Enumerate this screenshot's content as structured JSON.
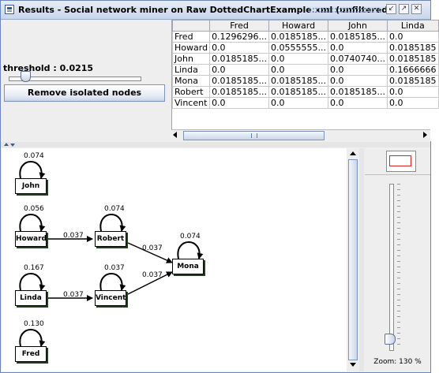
{
  "window": {
    "title": "Results - Social network miner on Raw DottedChartExample.xml (unfiltered)"
  },
  "controls": {
    "threshold_label": "threshold : 0.0215",
    "threshold_value": 0.0215,
    "remove_button": "Remove isolated nodes"
  },
  "matrix": {
    "columns": [
      "",
      "Fred",
      "Howard",
      "John",
      "Linda"
    ],
    "rows": [
      [
        "Fred",
        "0.1296296...",
        "0.0185185...",
        "0.0185185...",
        "0.0"
      ],
      [
        "Howard",
        "0.0",
        "0.0555555...",
        "0.0",
        "0.0185185"
      ],
      [
        "John",
        "0.0185185...",
        "0.0",
        "0.0740740...",
        "0.0185185"
      ],
      [
        "Linda",
        "0.0",
        "0.0",
        "0.0",
        "0.1666666"
      ],
      [
        "Mona",
        "0.0185185...",
        "0.0185185...",
        "0.0",
        "0.0185185"
      ],
      [
        "Robert",
        "0.0185185...",
        "0.0185185...",
        "0.0185185...",
        "0.0"
      ],
      [
        "Vincent",
        "0.0",
        "0.0",
        "0.0",
        "0.0"
      ]
    ]
  },
  "graph": {
    "nodes": [
      {
        "id": "john",
        "label": "John",
        "self": "0.074"
      },
      {
        "id": "howard",
        "label": "Howard",
        "self": "0.056"
      },
      {
        "id": "robert",
        "label": "Robert",
        "self": "0.074"
      },
      {
        "id": "mona",
        "label": "Mona",
        "self": "0.074"
      },
      {
        "id": "linda",
        "label": "Linda",
        "self": "0.167"
      },
      {
        "id": "vincent",
        "label": "Vincent",
        "self": "0.037"
      },
      {
        "id": "fred",
        "label": "Fred",
        "self": "0.130"
      }
    ],
    "edges": [
      {
        "from": "howard",
        "to": "robert",
        "label": "0.037"
      },
      {
        "from": "robert",
        "to": "mona",
        "label": "0.037"
      },
      {
        "from": "linda",
        "to": "vincent",
        "label": "0.037"
      },
      {
        "from": "vincent",
        "to": "mona",
        "label": "0.037"
      }
    ]
  },
  "zoom": {
    "label": "Zoom: 130 %",
    "value_percent": 130
  }
}
